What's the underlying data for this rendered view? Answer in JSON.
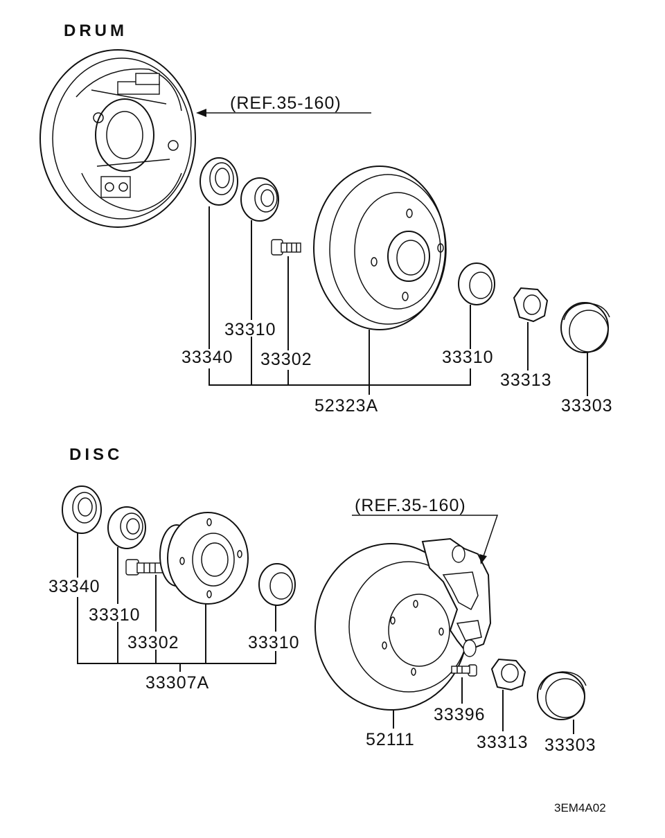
{
  "drum": {
    "header": "DRUM",
    "ref": "(REF.35-160)",
    "parts": {
      "seal": "33340",
      "bearing_inner": "33310",
      "bolt": "33302",
      "drum_assembly": "52323A",
      "bearing_outer": "33310",
      "nut": "33313",
      "cap": "33303"
    }
  },
  "disc": {
    "header": "DISC",
    "ref": "(REF.35-160)",
    "parts": {
      "seal": "33340",
      "bearing_inner": "33310",
      "bolt": "33302",
      "hub_assembly": "33307A",
      "bearing_outer": "33310",
      "rotor": "52111",
      "caliper_bolt": "33396",
      "nut": "33313",
      "cap": "33303"
    }
  },
  "figure_code": "3EM4A02"
}
